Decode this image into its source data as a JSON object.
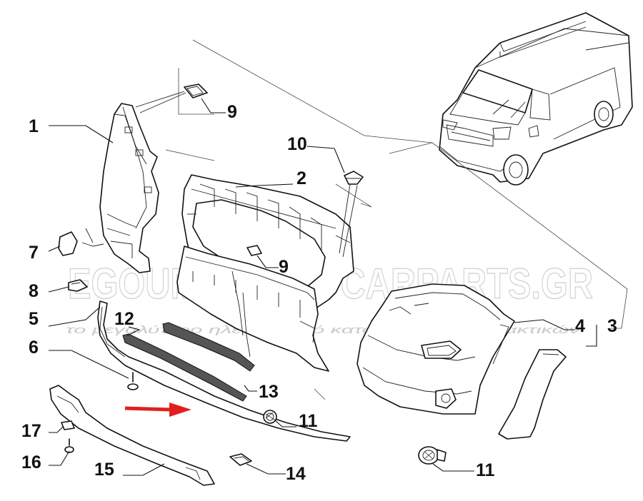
{
  "watermark": {
    "brand": "EGOUMENAKIS CARPARTS.GR",
    "tagline": "το μεγαλύτερο ηλεκτρονικό κατάστημα ανταλλακτικών"
  },
  "callouts": [
    {
      "id": "c1",
      "label": "1"
    },
    {
      "id": "c2",
      "label": "2"
    },
    {
      "id": "c3",
      "label": "3"
    },
    {
      "id": "c4",
      "label": "4"
    },
    {
      "id": "c5",
      "label": "5"
    },
    {
      "id": "c6",
      "label": "6"
    },
    {
      "id": "c7",
      "label": "7"
    },
    {
      "id": "c8",
      "label": "8"
    },
    {
      "id": "c9a",
      "label": "9"
    },
    {
      "id": "c9b",
      "label": "9"
    },
    {
      "id": "c10",
      "label": "10"
    },
    {
      "id": "c11a",
      "label": "11"
    },
    {
      "id": "c11b",
      "label": "11"
    },
    {
      "id": "c12",
      "label": "12"
    },
    {
      "id": "c13",
      "label": "13"
    },
    {
      "id": "c14",
      "label": "14"
    },
    {
      "id": "c15",
      "label": "15"
    },
    {
      "id": "c16",
      "label": "16"
    },
    {
      "id": "c17",
      "label": "17"
    }
  ],
  "colors": {
    "line": "#111111",
    "arrow": "#e02020",
    "watermark": "#cfcfcf"
  }
}
